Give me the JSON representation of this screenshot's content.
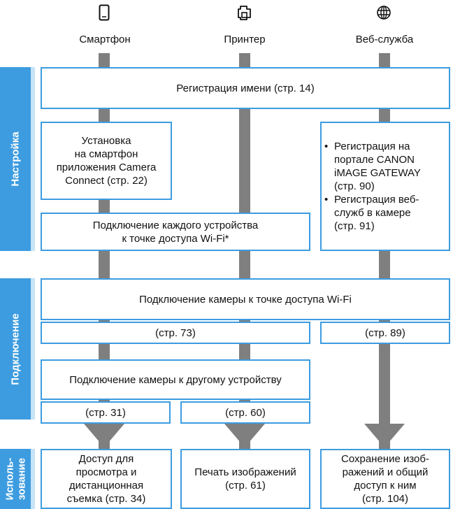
{
  "columns": [
    {
      "id": "smartphone",
      "icon": "smartphone-icon",
      "label": "Смартфон"
    },
    {
      "id": "printer",
      "icon": "printer-icon",
      "label": "Принтер"
    },
    {
      "id": "web",
      "icon": "globe-icon",
      "label": "Веб-служба"
    }
  ],
  "sections": {
    "setup": "Настройка",
    "connect": "Подключение",
    "use_line1": "Исполь-",
    "use_line2": "зование"
  },
  "setup": {
    "name_registration": "Регистрация имени (стр. 14)",
    "app_install": [
      "Установка",
      "на смартфон",
      "приложения Camera",
      "Connect (стр. 22)"
    ],
    "ap_connect": [
      "Подключение каждого устройства",
      "к точке доступа Wi-Fi*"
    ],
    "web_items": [
      [
        "Регистрация на",
        "портале CANON",
        "iMAGE GATEWAY",
        "(стр. 90)"
      ],
      [
        "Регистрация веб-",
        "служб в камере",
        "(стр. 91)"
      ]
    ]
  },
  "connect": {
    "camera_ap": "Подключение камеры к точке доступа Wi-Fi",
    "ref_73": "(стр. 73)",
    "ref_89": "(стр. 89)",
    "camera_device": "Подключение камеры к другому устройству",
    "ref_31": "(стр. 31)",
    "ref_60": "(стр. 60)"
  },
  "use": {
    "remote": [
      "Доступ для",
      "просмотра и",
      "дистанционная",
      "съемка (стр. 34)"
    ],
    "print": [
      "Печать изображений",
      "(стр. 61)"
    ],
    "share": [
      "Сохранение изоб-",
      "ражений и общий",
      "доступ к ним",
      "(стр. 104)"
    ]
  },
  "colors": {
    "accent": "#3d9ce0",
    "band_light": "#c7e3f7",
    "connector": "#7f7f7f"
  }
}
